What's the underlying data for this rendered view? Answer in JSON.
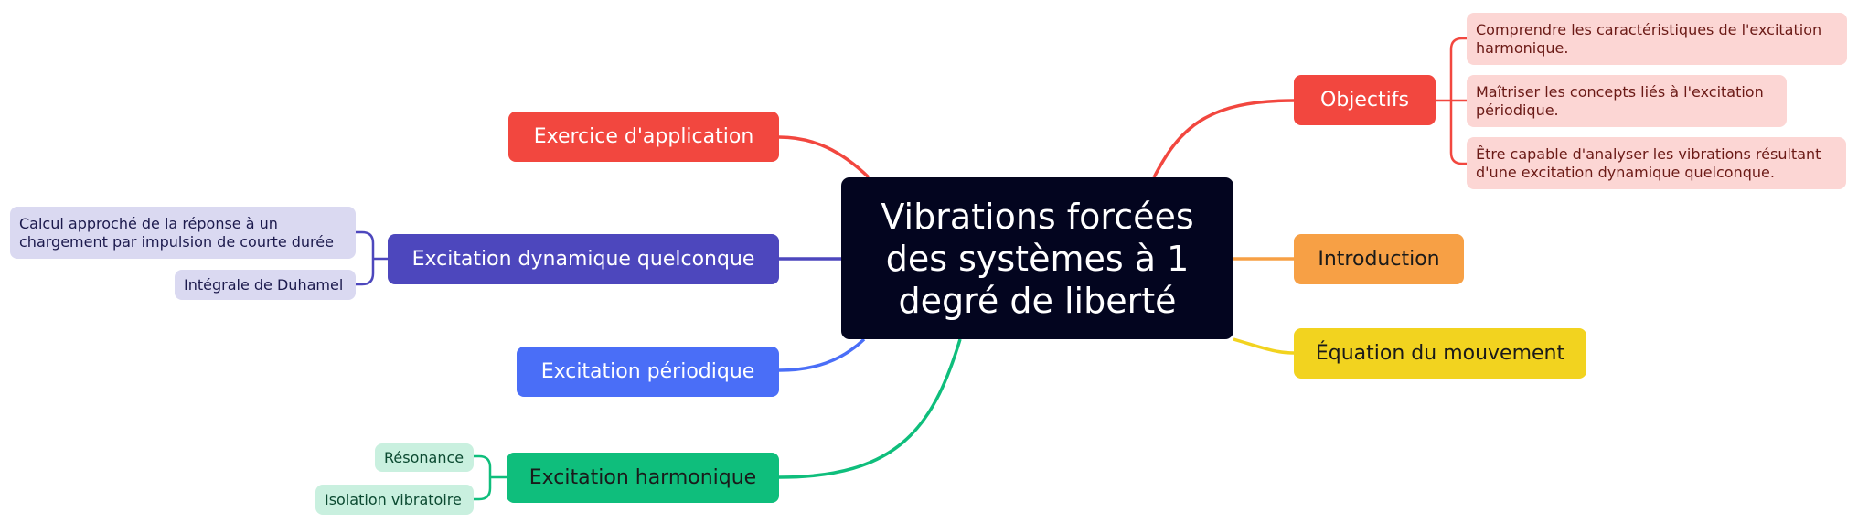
{
  "central_topic": "Vibrations forcées des systèmes à 1 degré de liberté",
  "branches": {
    "objectifs": {
      "label": "Objectifs",
      "color": "#f2473f",
      "children": [
        "Comprendre les caractéristiques de l'excitation harmonique.",
        "Maîtriser les concepts liés à l'excitation périodique.",
        "Être capable d'analyser les vibrations résultant d'une excitation dynamique quelconque."
      ]
    },
    "introduction": {
      "label": "Introduction",
      "color": "#f7a045"
    },
    "equation": {
      "label": "Équation du mouvement",
      "color": "#f2d31f"
    },
    "exercice": {
      "label": "Exercice d'application",
      "color": "#f2473f"
    },
    "dynamique": {
      "label": "Excitation dynamique quelconque",
      "color": "#4d47bd",
      "children": [
        "Calcul approché de la réponse à un chargement par impulsion de courte durée",
        "Intégrale de Duhamel"
      ]
    },
    "periodique": {
      "label": "Excitation périodique",
      "color": "#4a6ef7"
    },
    "harmonique": {
      "label": "Excitation harmonique",
      "color": "#0fbe7c",
      "children": [
        "Résonance",
        "Isolation vibratoire"
      ]
    }
  }
}
